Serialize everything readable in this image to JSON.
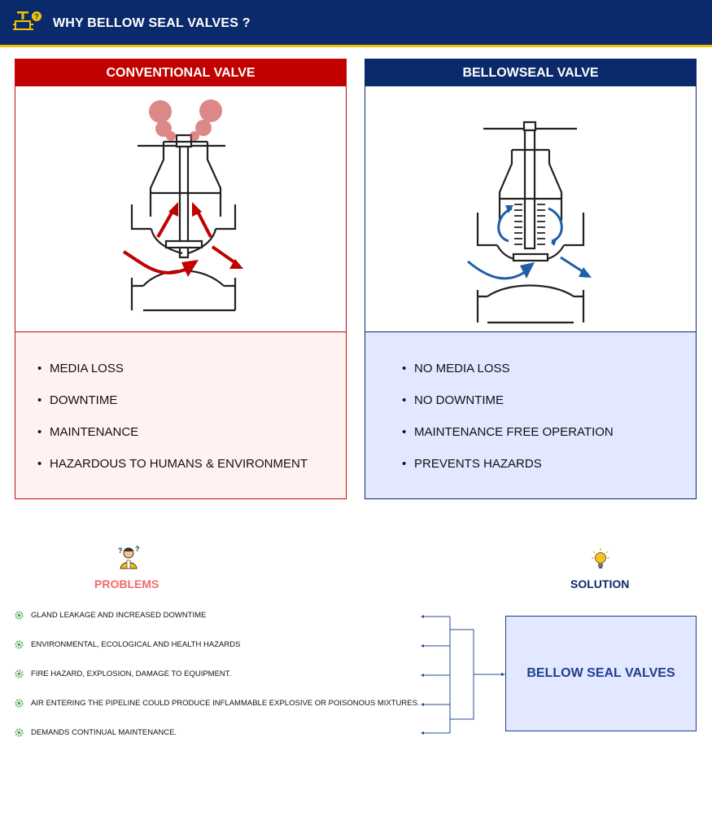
{
  "header": {
    "title": "WHY BELLOW SEAL VALVES ?",
    "logo_icon": "valve-question-icon"
  },
  "conventional": {
    "title": "CONVENTIONAL VALVE",
    "color": "#c10000",
    "items": [
      "MEDIA LOSS",
      "DOWNTIME",
      "MAINTENANCE",
      "HAZARDOUS TO HUMANS & ENVIRONMENT"
    ]
  },
  "bellowseal": {
    "title": "BELLOWSEAL VALVE",
    "color": "#0b2a6b",
    "items": [
      "NO MEDIA LOSS",
      "NO DOWNTIME",
      "MAINTENANCE FREE OPERATION",
      "PREVENTS HAZARDS"
    ]
  },
  "problems": {
    "title": "PROBLEMS",
    "icon": "confused-person-icon",
    "items": [
      "GLAND LEAKAGE AND INCREASED DOWNTIME",
      "ENVIRONMENTAL, ECOLOGICAL AND HEALTH HAZARDS",
      "FIRE HAZARD, EXPLOSION, DAMAGE TO EQUIPMENT.",
      "AIR ENTERING THE PIPELINE COULD PRODUCE INFLAMMABLE EXPLOSIVE OR POISONOUS MIXTURES.",
      "DEMANDS CONTINUAL MAINTENANCE."
    ]
  },
  "solution": {
    "title": "SOLUTION",
    "icon": "lightbulb-icon",
    "box_label": "BELLOW SEAL VALVES"
  }
}
